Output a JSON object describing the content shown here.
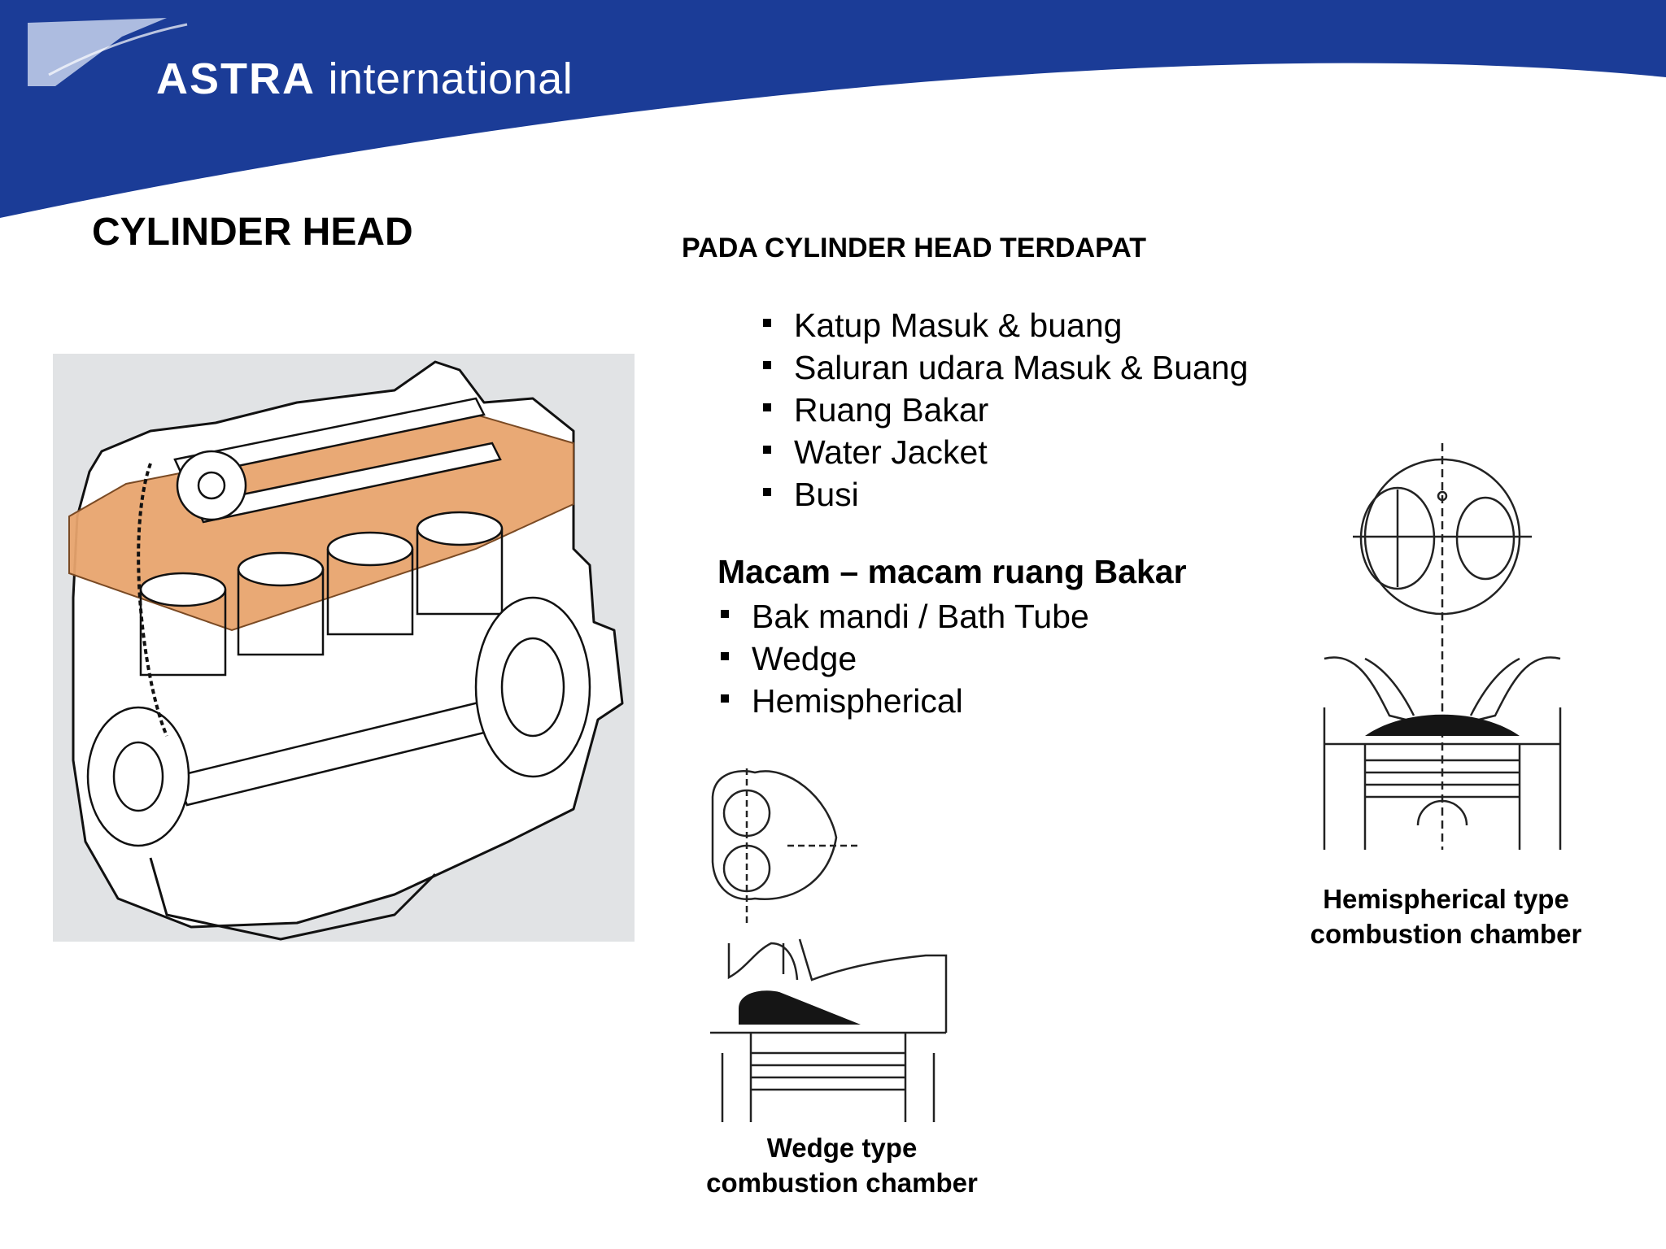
{
  "brand": {
    "name_bold": "ASTRA",
    "name_light": "international",
    "colors": {
      "band": "#1b3c97",
      "band_light": "#d6def0"
    }
  },
  "slide": {
    "title": "CYLINDER HEAD"
  },
  "features": {
    "heading": "PADA CYLINDER HEAD TERDAPAT",
    "items": [
      "Katup Masuk & buang",
      "Saluran udara Masuk & Buang",
      "Ruang Bakar",
      "Water Jacket",
      "Busi"
    ]
  },
  "chamber_types": {
    "heading": "Macam – macam ruang Bakar",
    "items": [
      "Bak mandi / Bath Tube",
      "Wedge",
      "Hemispherical"
    ]
  },
  "figures": {
    "engine": {
      "highlight_color": "#e8a46e",
      "background": "#e1e3e5"
    },
    "hemispherical": {
      "caption_line1": "Hemispherical type",
      "caption_line2": "combustion chamber"
    },
    "wedge": {
      "caption_line1": "Wedge type",
      "caption_line2": "combustion chamber"
    }
  }
}
